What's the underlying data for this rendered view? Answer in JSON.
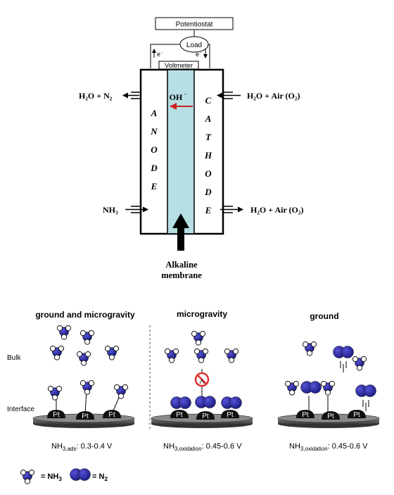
{
  "fuel_cell": {
    "potentiostat": "Potentiostat",
    "load": "Load",
    "electron": "e",
    "voltmeter": "Voltmeter",
    "hydroxide": "OH",
    "anode_letters": [
      "A",
      "N",
      "O",
      "D",
      "E"
    ],
    "cathode_letters": [
      "C",
      "A",
      "T",
      "H",
      "O",
      "D",
      "E"
    ],
    "anode_out": "H₂O + N₂",
    "anode_in": "NH₃",
    "cathode_in": "H₂O + Air (O₂)",
    "cathode_out": "H₂O + Air (O₂)",
    "membrane_line1": "Alkaline",
    "membrane_line2": "membrane"
  },
  "panels": [
    {
      "title": "ground and microgravity",
      "caption_main": "NH",
      "caption_sub": "3,ads",
      "caption_value": ": 0.3-0.4 V"
    },
    {
      "title": "microgravity",
      "caption_main": "NH",
      "caption_sub": "3,oxidation",
      "caption_value": ": 0.45-0.6 V"
    },
    {
      "title": "ground",
      "caption_main": "NH",
      "caption_sub": "3,oxidation",
      "caption_value": ": 0.45-0.6 V"
    }
  ],
  "row_labels": {
    "bulk": "Bulk",
    "interface": "Interface"
  },
  "pt_label": "Pt",
  "legend": {
    "nh3_text": "= NH",
    "nh3_sub": "3",
    "n2_text": "= N",
    "n2_sub": "2"
  },
  "colors": {
    "membrane": "#b5dfe3",
    "arrow_red": "#cc2222",
    "molecule": "#2b2aa0",
    "prohibit": "#e03030",
    "electrode": "#555555"
  }
}
